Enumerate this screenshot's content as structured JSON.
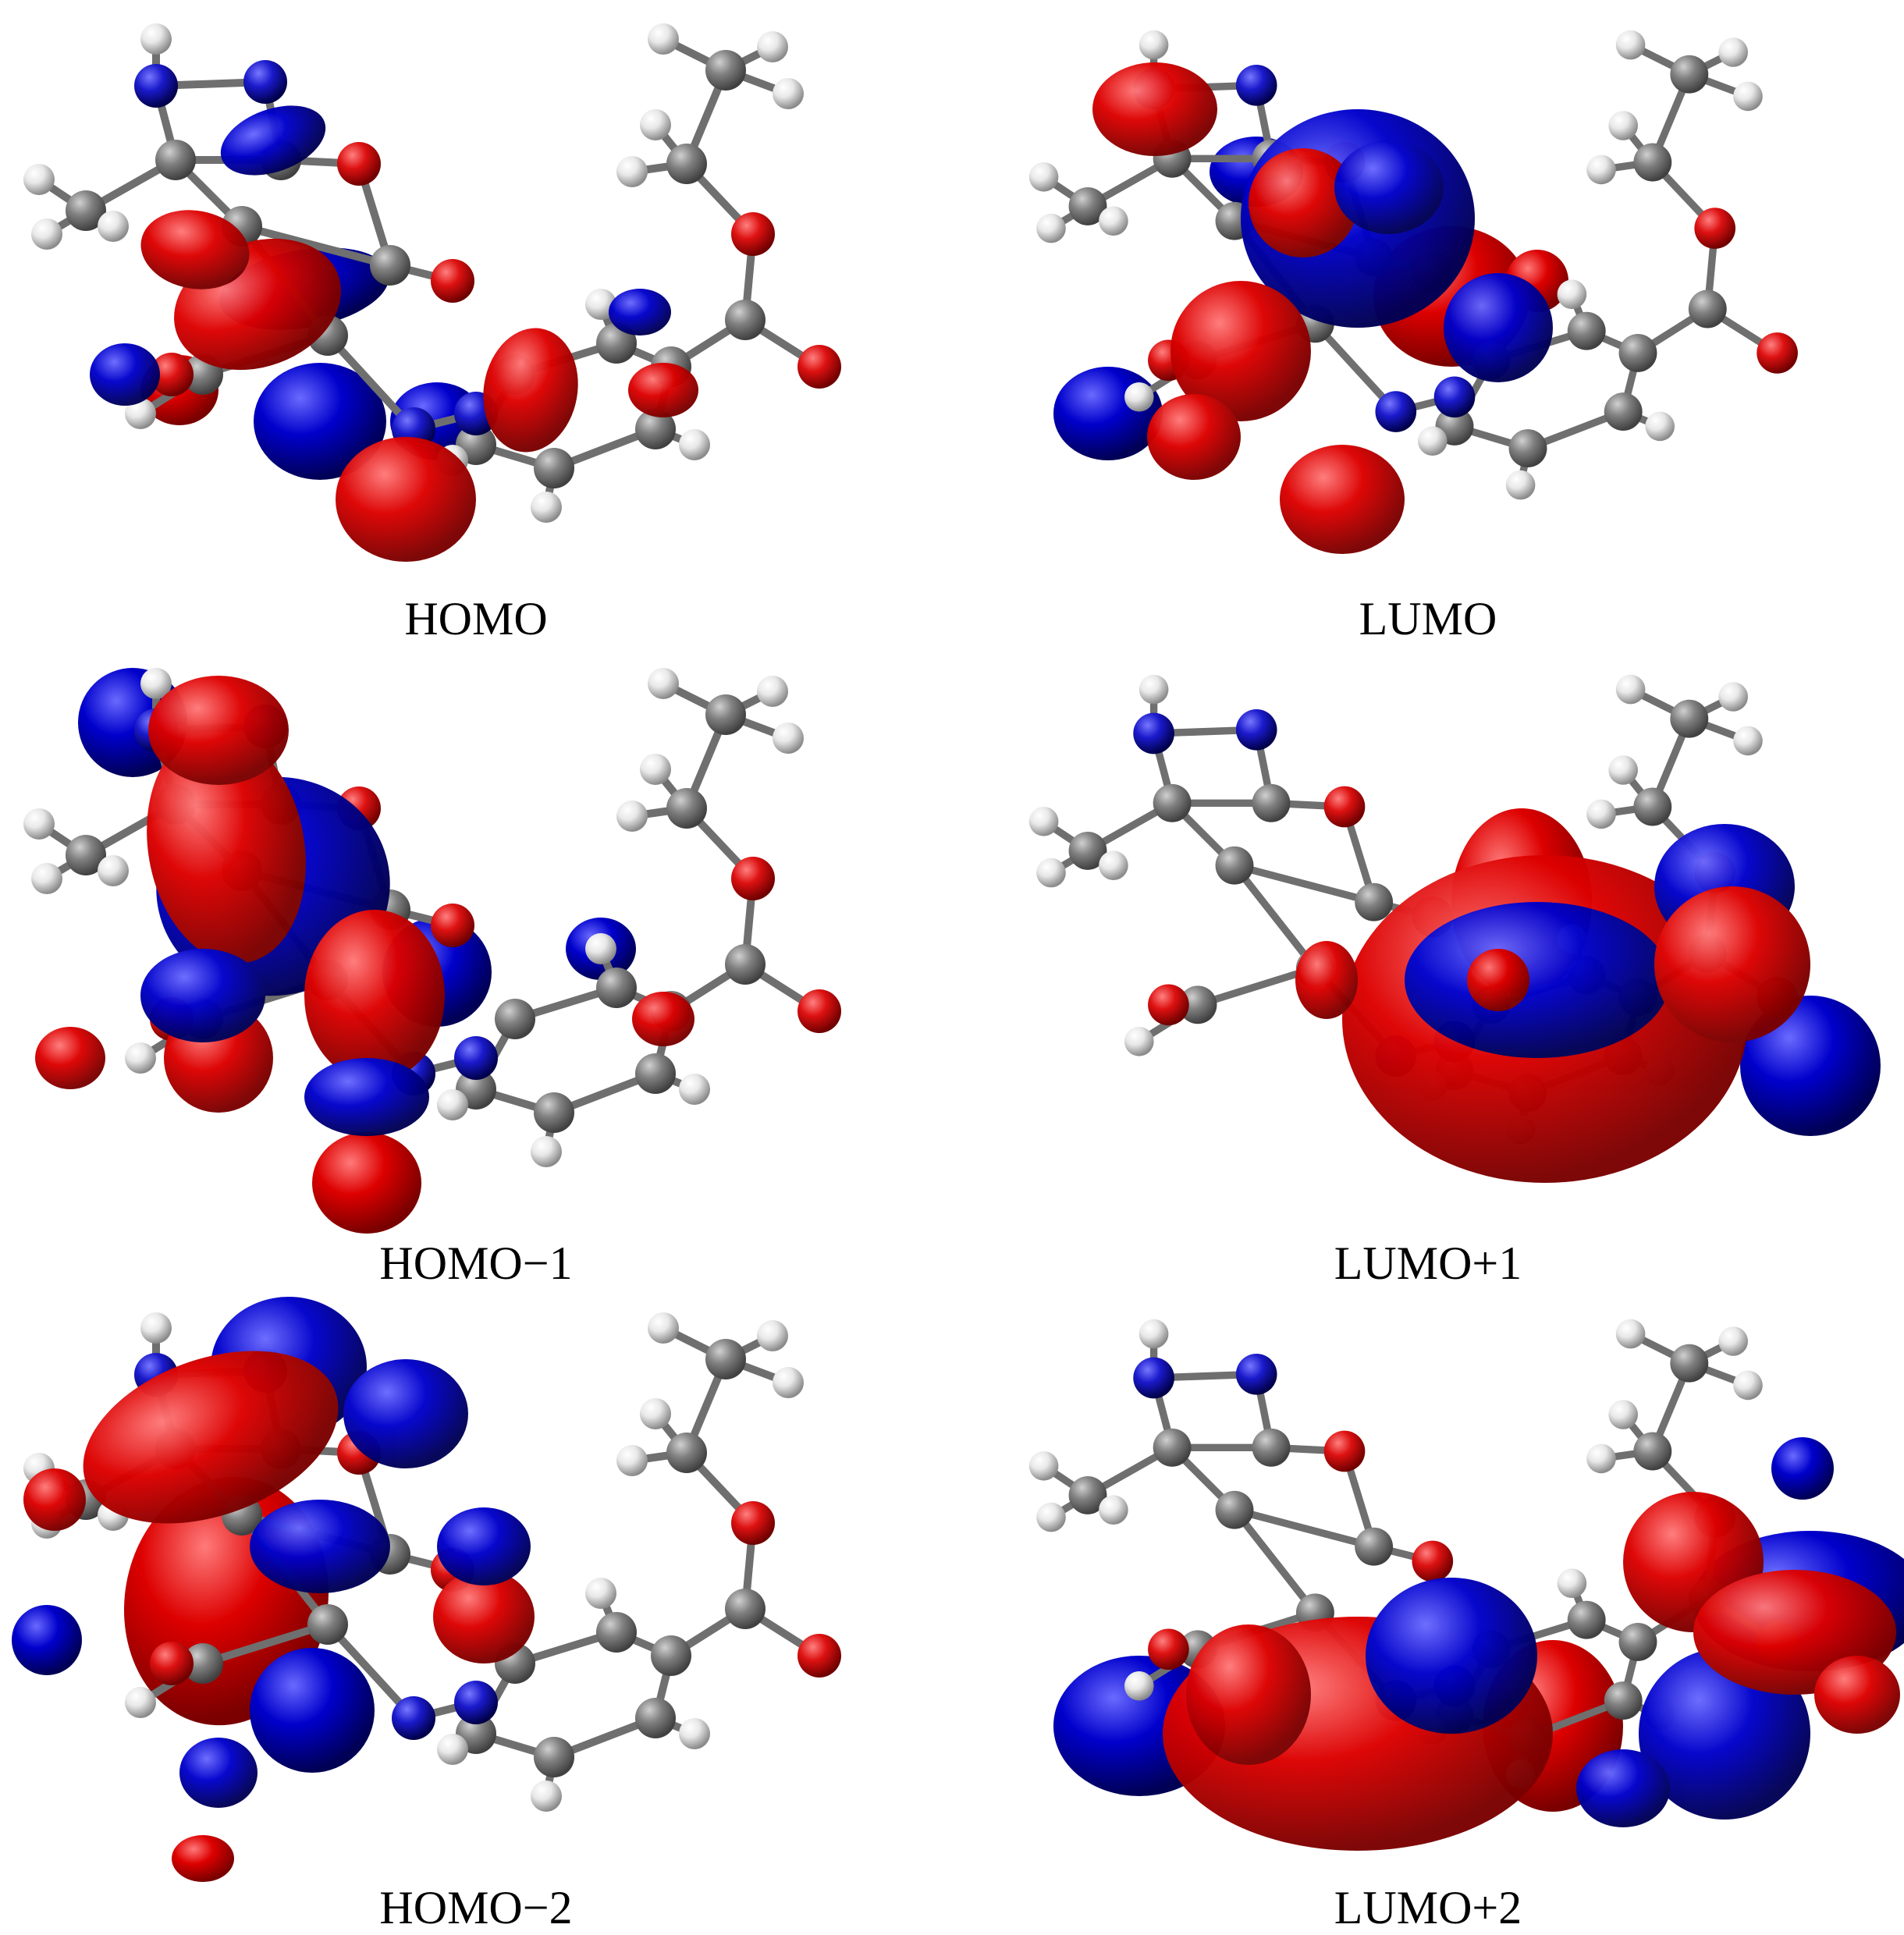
{
  "panels": [
    {
      "label": "HOMO"
    },
    {
      "label": "LUMO"
    },
    {
      "label": "HOMO−1"
    },
    {
      "label": "LUMO+1"
    },
    {
      "label": "HOMO−2"
    },
    {
      "label": "LUMO+2"
    }
  ],
  "colors": {
    "positive_lobe": "#dd0000",
    "negative_lobe": "#0000cc",
    "carbon": "#808080",
    "hydrogen": "#e8e8e8",
    "oxygen": "#dd1111",
    "nitrogen": "#1a1acc",
    "background": "#ffffff"
  },
  "icons": [
    "molecule-skeleton",
    "orbital-lobe"
  ]
}
